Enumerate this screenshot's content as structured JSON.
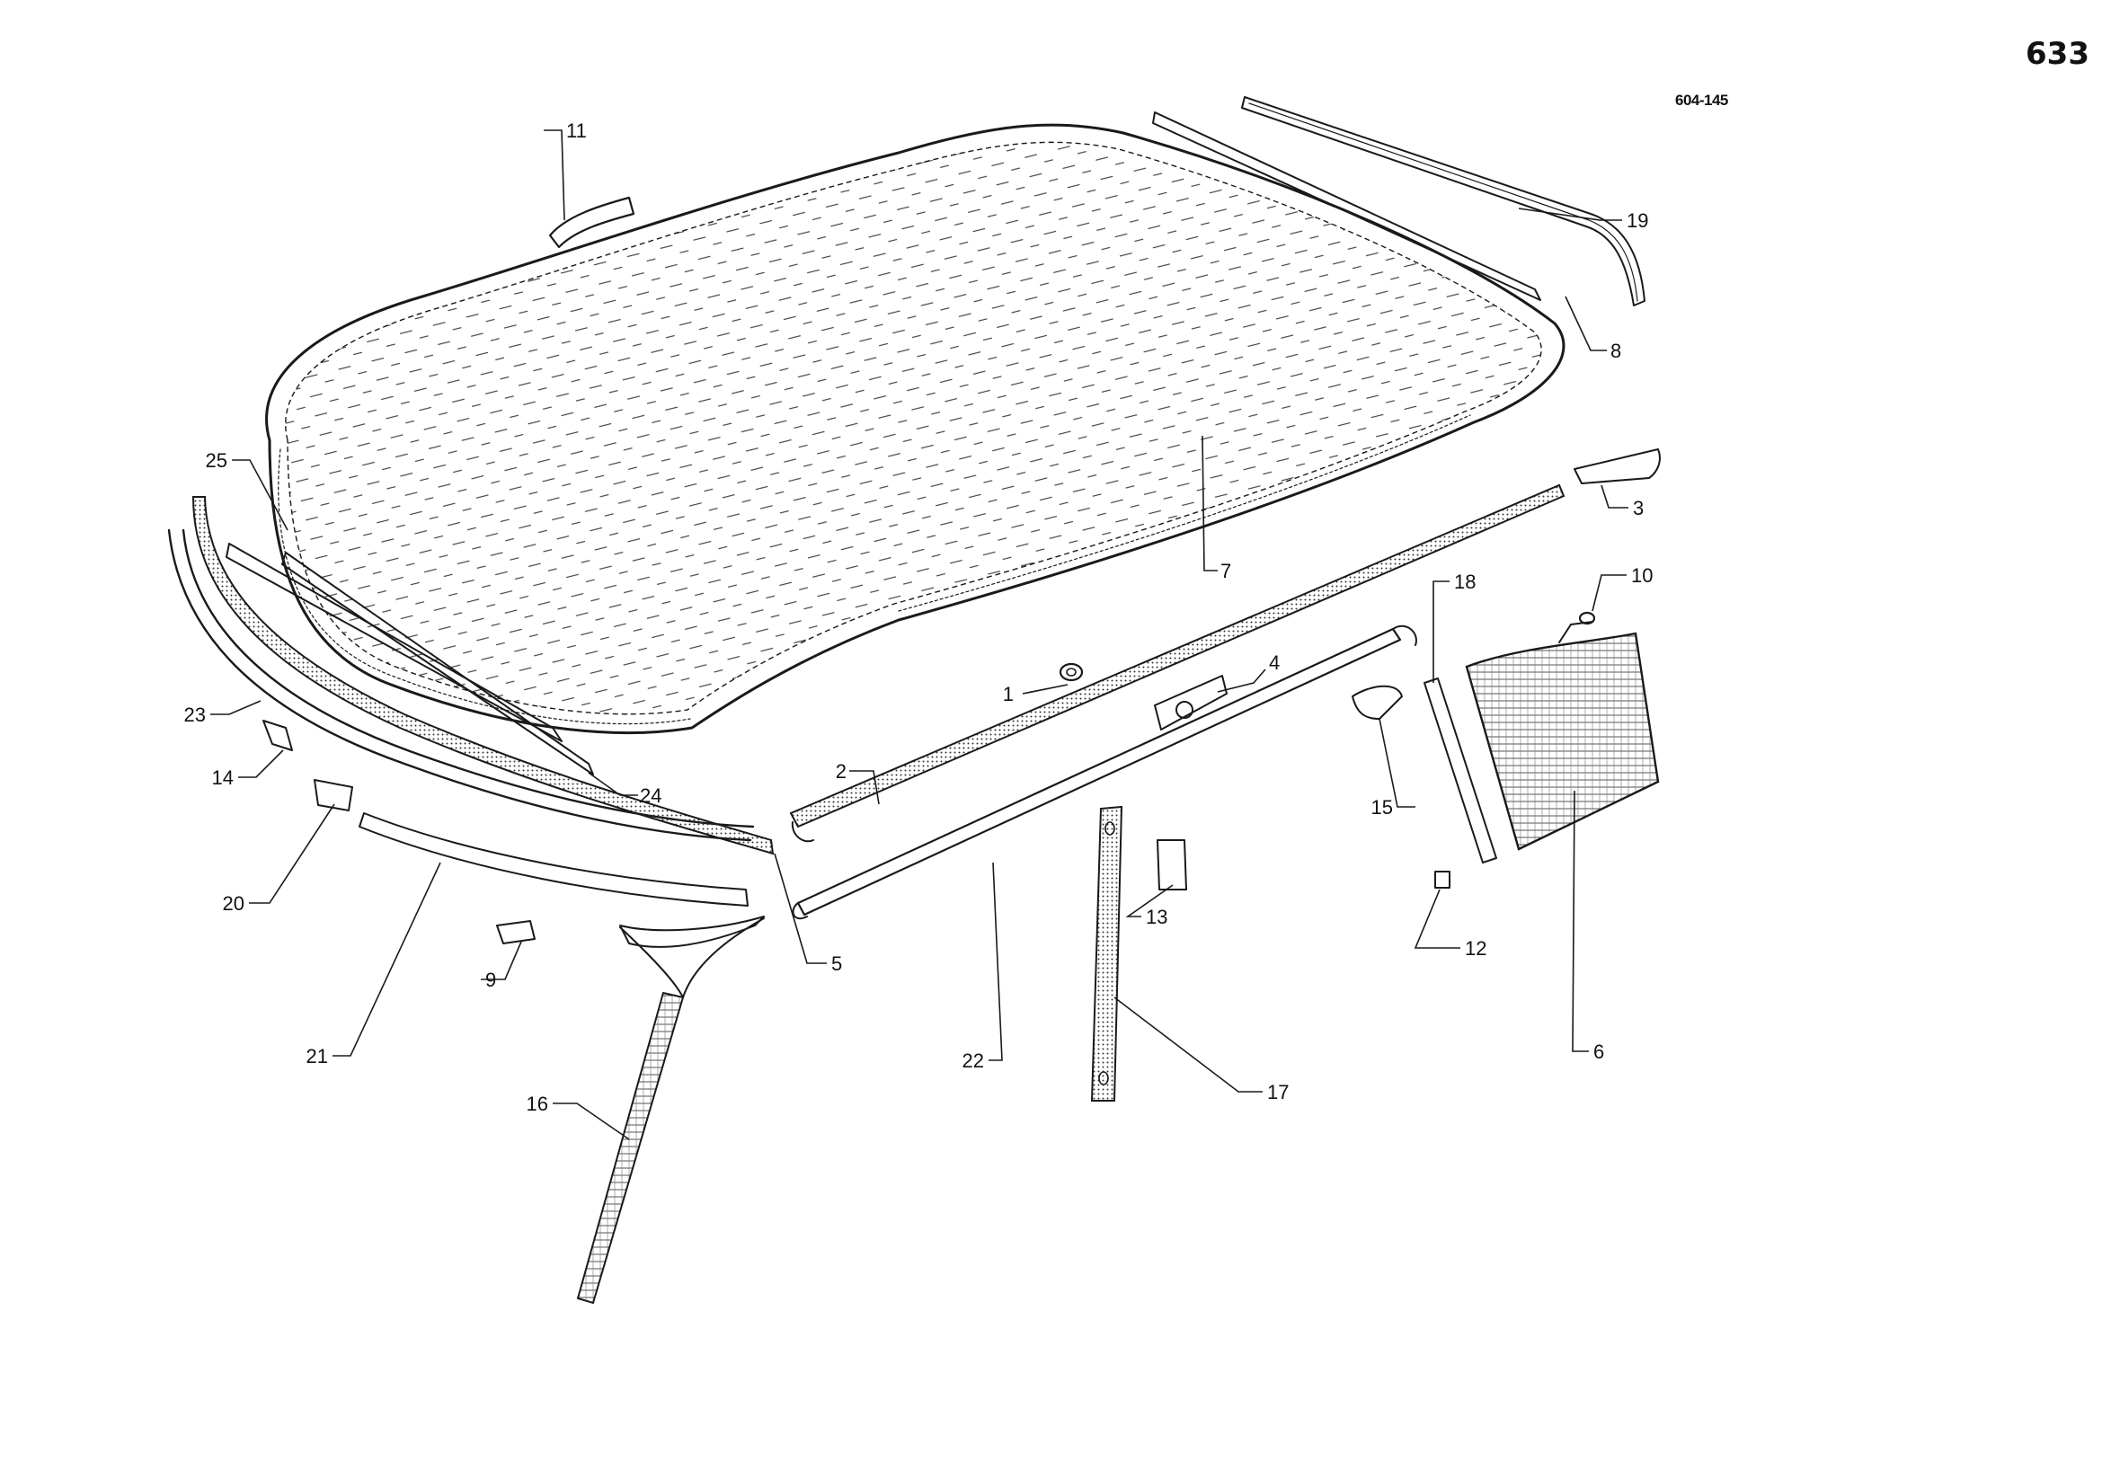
{
  "page": {
    "page_number": "633",
    "figure_code": "604-145"
  },
  "callouts": [
    {
      "id": "p1",
      "label": "1"
    },
    {
      "id": "p2",
      "label": "2"
    },
    {
      "id": "p3",
      "label": "3"
    },
    {
      "id": "p4",
      "label": "4"
    },
    {
      "id": "p5",
      "label": "5"
    },
    {
      "id": "p6",
      "label": "6"
    },
    {
      "id": "p7",
      "label": "7"
    },
    {
      "id": "p8",
      "label": "8"
    },
    {
      "id": "p9",
      "label": "9"
    },
    {
      "id": "p10",
      "label": "10"
    },
    {
      "id": "p11",
      "label": "11"
    },
    {
      "id": "p12",
      "label": "12"
    },
    {
      "id": "p13",
      "label": "13"
    },
    {
      "id": "p14",
      "label": "14"
    },
    {
      "id": "p15",
      "label": "15"
    },
    {
      "id": "p16",
      "label": "16"
    },
    {
      "id": "p17",
      "label": "17"
    },
    {
      "id": "p18",
      "label": "18"
    },
    {
      "id": "p19",
      "label": "19"
    },
    {
      "id": "p20",
      "label": "20"
    },
    {
      "id": "p21",
      "label": "21"
    },
    {
      "id": "p22",
      "label": "22"
    },
    {
      "id": "p23",
      "label": "23"
    },
    {
      "id": "p24",
      "label": "24"
    },
    {
      "id": "p25",
      "label": "25"
    }
  ]
}
